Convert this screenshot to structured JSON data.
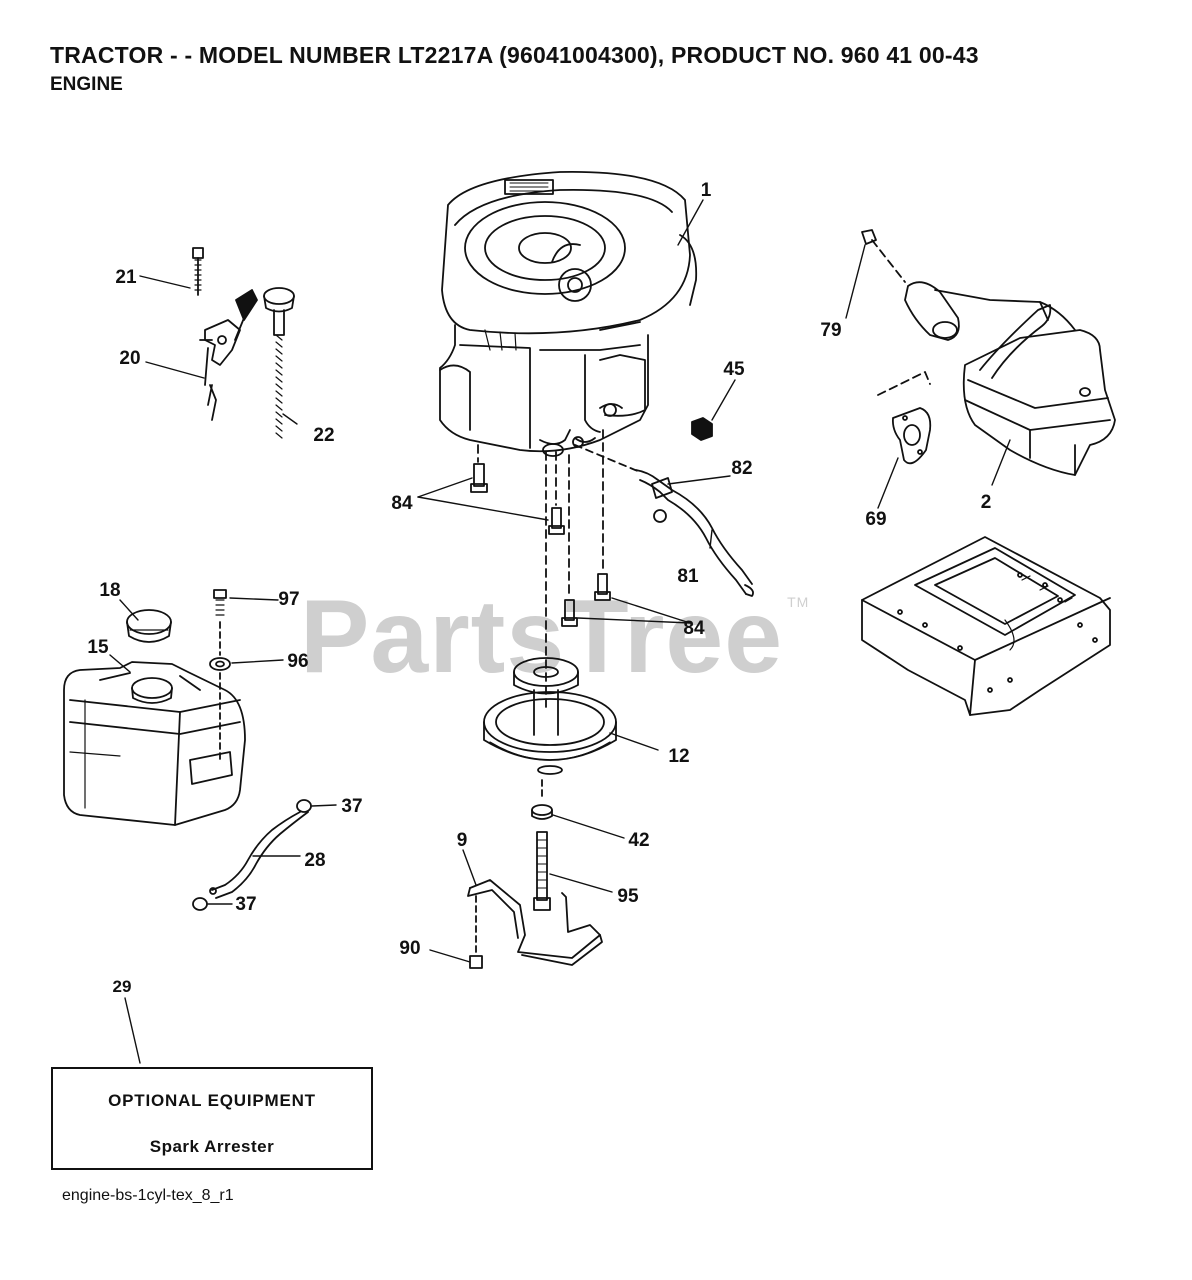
{
  "header": {
    "title": "TRACTOR - - MODEL NUMBER LT2217A (96041004300), PRODUCT NO. 960 41 00-43",
    "subtitle": "ENGINE"
  },
  "watermark": {
    "text": "PartsTree",
    "tm": "TM"
  },
  "callouts": {
    "c1": "1",
    "c2": "2",
    "c9": "9",
    "c12": "12",
    "c15": "15",
    "c18": "18",
    "c20": "20",
    "c21": "21",
    "c22": "22",
    "c28": "28",
    "c29": "29",
    "c37a": "37",
    "c37b": "37",
    "c42": "42",
    "c45": "45",
    "c69": "69",
    "c79": "79",
    "c81": "81",
    "c82": "82",
    "c84a": "84",
    "c84b": "84",
    "c90": "90",
    "c95": "95",
    "c96": "96",
    "c97": "97"
  },
  "optional_box": {
    "title": "OPTIONAL EQUIPMENT",
    "item": "Spark Arrester"
  },
  "footer": {
    "code": "engine-bs-1cyl-tex_8_r1"
  }
}
